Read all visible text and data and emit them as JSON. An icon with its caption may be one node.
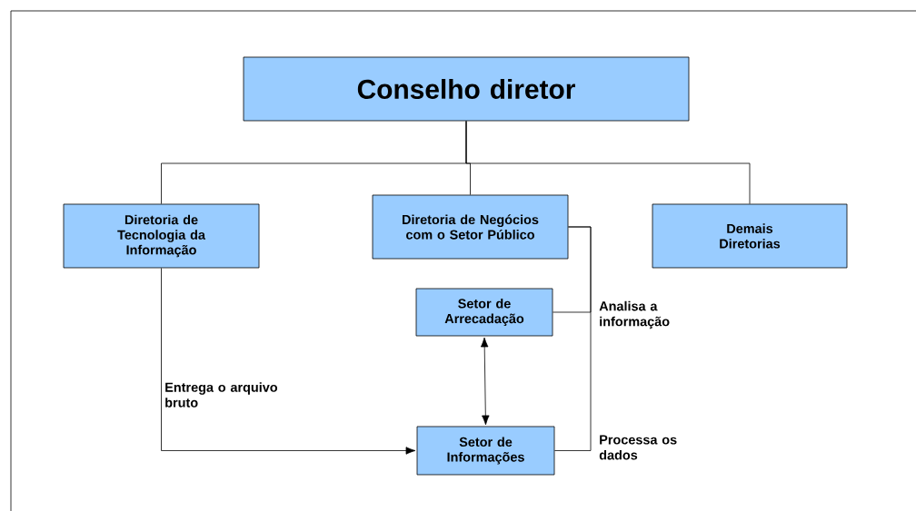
{
  "diagram": {
    "nodes": [
      {
        "text": [
          "Conselho diretor"
        ]
      },
      {
        "text": [
          "Diretoria de Tecnologia da Informação"
        ]
      },
      {
        "text": [
          "Diretoria de Negócios com o Setor Público"
        ]
      },
      {
        "text": [
          "Demais Diretorias"
        ]
      },
      {
        "text": [
          "Setor de Arrecadação"
        ]
      },
      {
        "text": [
          "Setor de Informações"
        ]
      }
    ],
    "edges": [
      {
        "from": 0,
        "to": 1,
        "arrow": "none"
      },
      {
        "from": 0,
        "to": 2,
        "arrow": "none"
      },
      {
        "from": 0,
        "to": 3,
        "arrow": "none"
      },
      {
        "from": 1,
        "to": 5,
        "arrow": "to",
        "label": "Entrega o arquivo bruto"
      },
      {
        "from": 2,
        "to": 4,
        "arrow": "none",
        "label": "Analisa a informação"
      },
      {
        "from": 2,
        "to": 5,
        "arrow": "none",
        "label": "Processa os dados"
      },
      {
        "from": 4,
        "to": 5,
        "arrow": "both"
      }
    ]
  }
}
